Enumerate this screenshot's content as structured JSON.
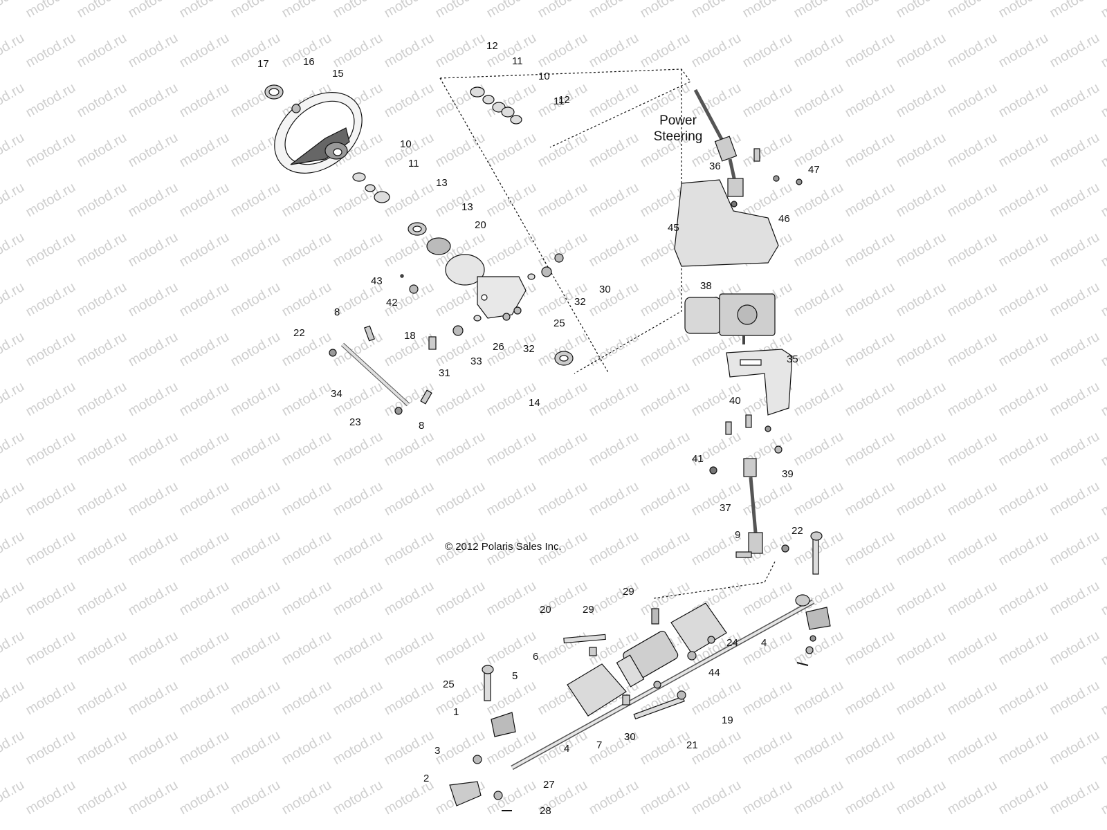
{
  "watermark": "motod.ru",
  "copyright": "© 2012 Polaris Sales Inc.",
  "power_steering": {
    "line1": "Power",
    "line2": "Steering"
  },
  "colors": {
    "ink": "#111111",
    "part_fill": "#efefef",
    "part_dark": "#777777",
    "watermark": "#cfcfcf"
  },
  "callouts": [
    "1",
    "2",
    "3",
    "4",
    "4",
    "5",
    "6",
    "7",
    "8",
    "8",
    "9",
    "10",
    "10",
    "11",
    "11",
    "11",
    "12",
    "12",
    "13",
    "13",
    "14",
    "15",
    "16",
    "17",
    "18",
    "19",
    "20",
    "20",
    "21",
    "22",
    "22",
    "23",
    "24",
    "25",
    "25",
    "26",
    "27",
    "28",
    "29",
    "29",
    "30",
    "30",
    "31",
    "32",
    "32",
    "33",
    "34",
    "35",
    "36",
    "37",
    "38",
    "39",
    "40",
    "41",
    "42",
    "43",
    "44",
    "45",
    "46",
    "47"
  ]
}
